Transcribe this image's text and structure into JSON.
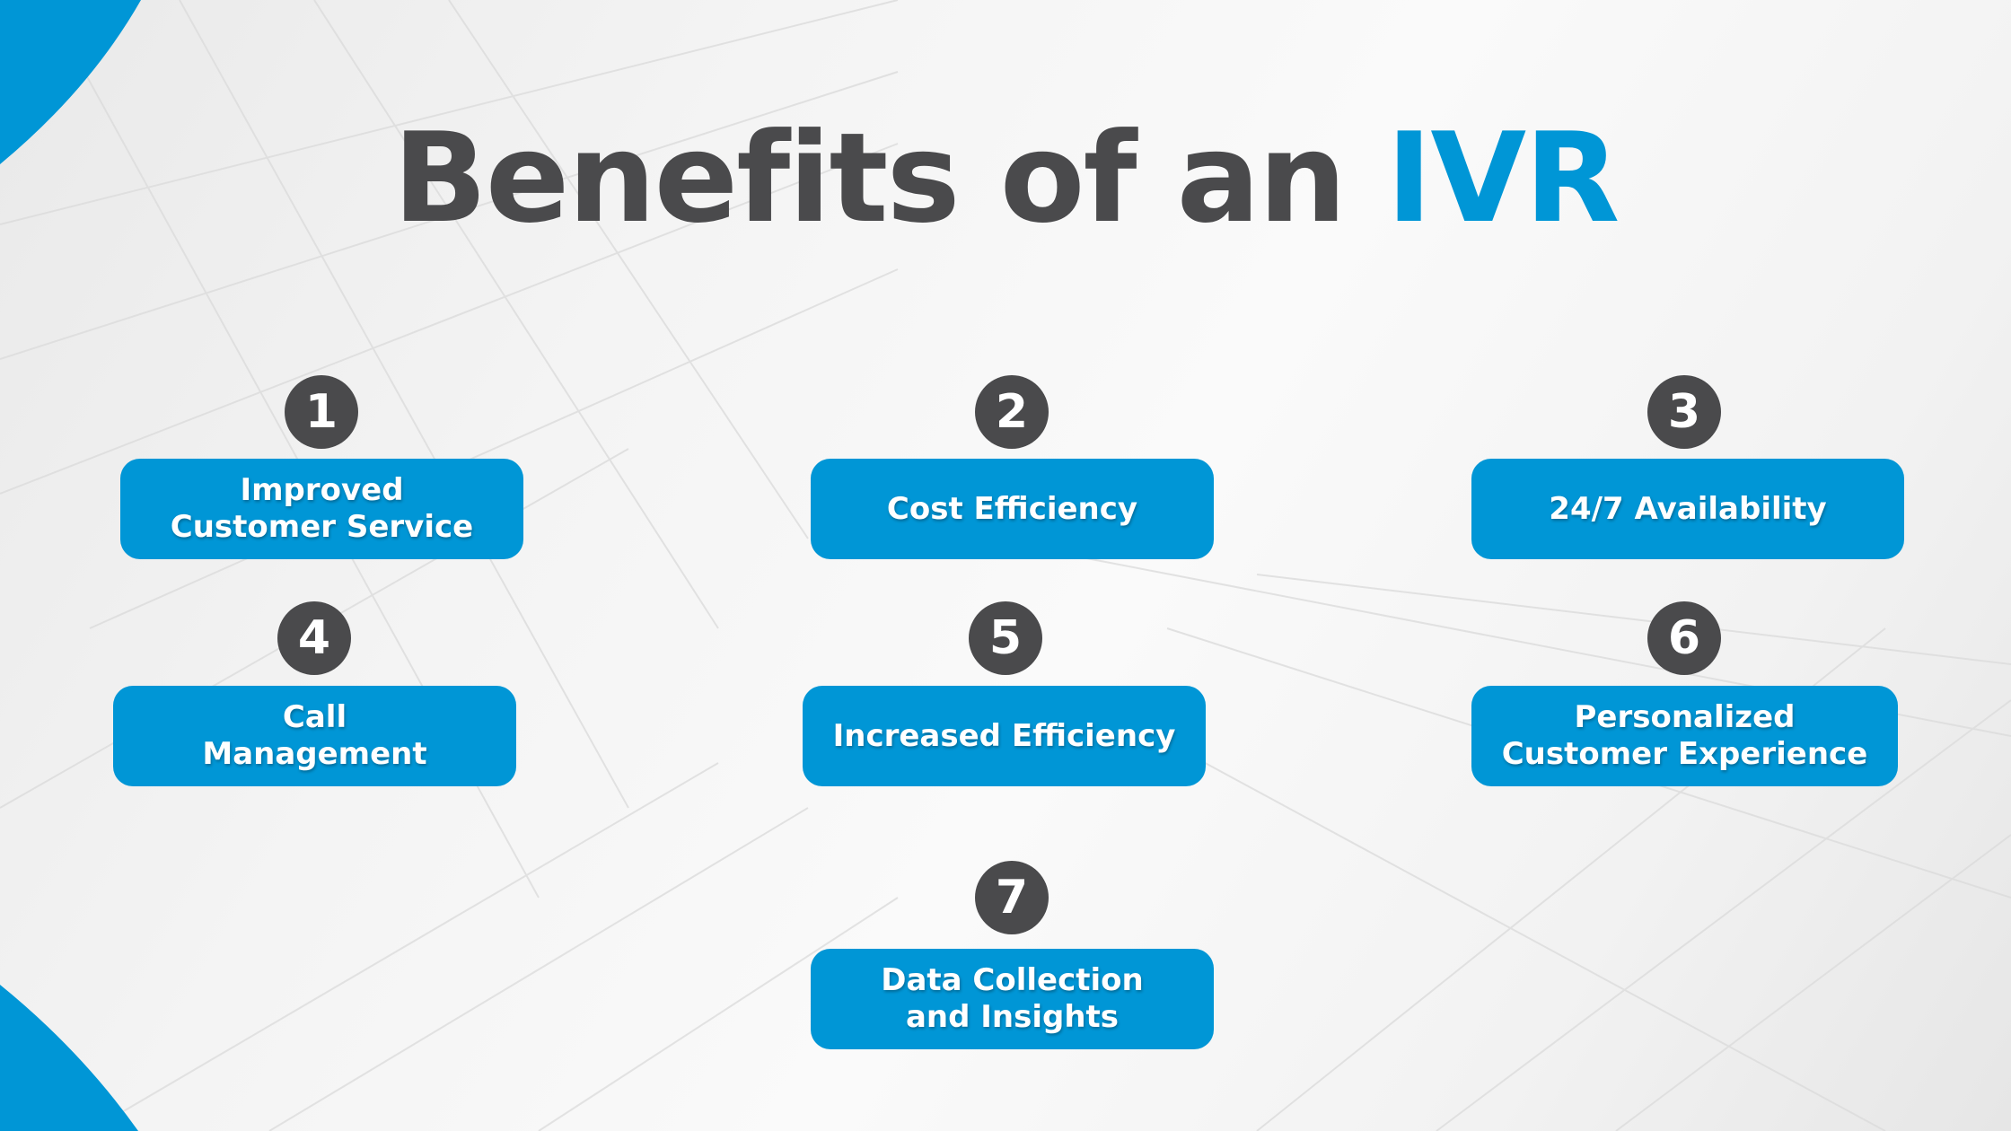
{
  "title": {
    "main": "Benefits of an ",
    "accent": "IVR"
  },
  "colors": {
    "accent": "#0096d6",
    "dark": "#4a4a4c"
  },
  "benefits": [
    {
      "number": "1",
      "lines": [
        "Improved",
        "Customer Service"
      ]
    },
    {
      "number": "2",
      "lines": [
        "Cost Efficiency"
      ]
    },
    {
      "number": "3",
      "lines": [
        "24/7 Availability"
      ]
    },
    {
      "number": "4",
      "lines": [
        "Call",
        "Management"
      ]
    },
    {
      "number": "5",
      "lines": [
        "Increased Efficiency"
      ]
    },
    {
      "number": "6",
      "lines": [
        "Personalized",
        "Customer Experience"
      ]
    },
    {
      "number": "7",
      "lines": [
        "Data Collection",
        "and Insights"
      ]
    }
  ]
}
